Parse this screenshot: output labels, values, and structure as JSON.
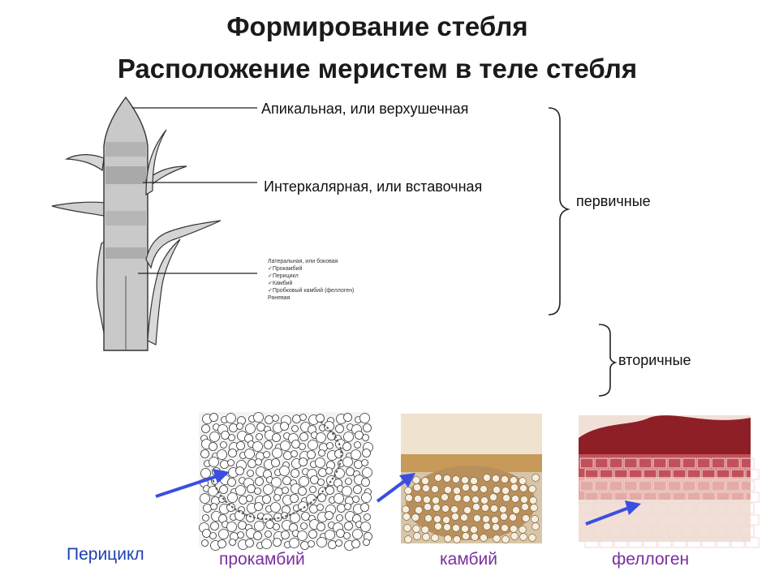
{
  "slide": {
    "title_line1": "Формирование стебля",
    "title_line2": "Расположение меристем в теле стебля"
  },
  "labels": {
    "apical": "Апикальная, или верхушечная",
    "intercalary": "Интеркалярная, или вставочная",
    "primary": "первичные",
    "secondary": "вторичные"
  },
  "lateral_list": [
    "Латеральная, или боковая",
    "✓Прокамбий",
    "✓Перицикл",
    "✓Камбий",
    "✓Пробковый камбий (феллоген)",
    "Раневая"
  ],
  "captions": {
    "pericycle": "Перицикл",
    "procambium": "прокамбий",
    "cambium": "камбий",
    "phellogen": "феллоген"
  },
  "colors": {
    "arrow": "#3a4fe0",
    "caption_blue": "#1d3fb0",
    "caption_purple": "#7a2f9e"
  }
}
